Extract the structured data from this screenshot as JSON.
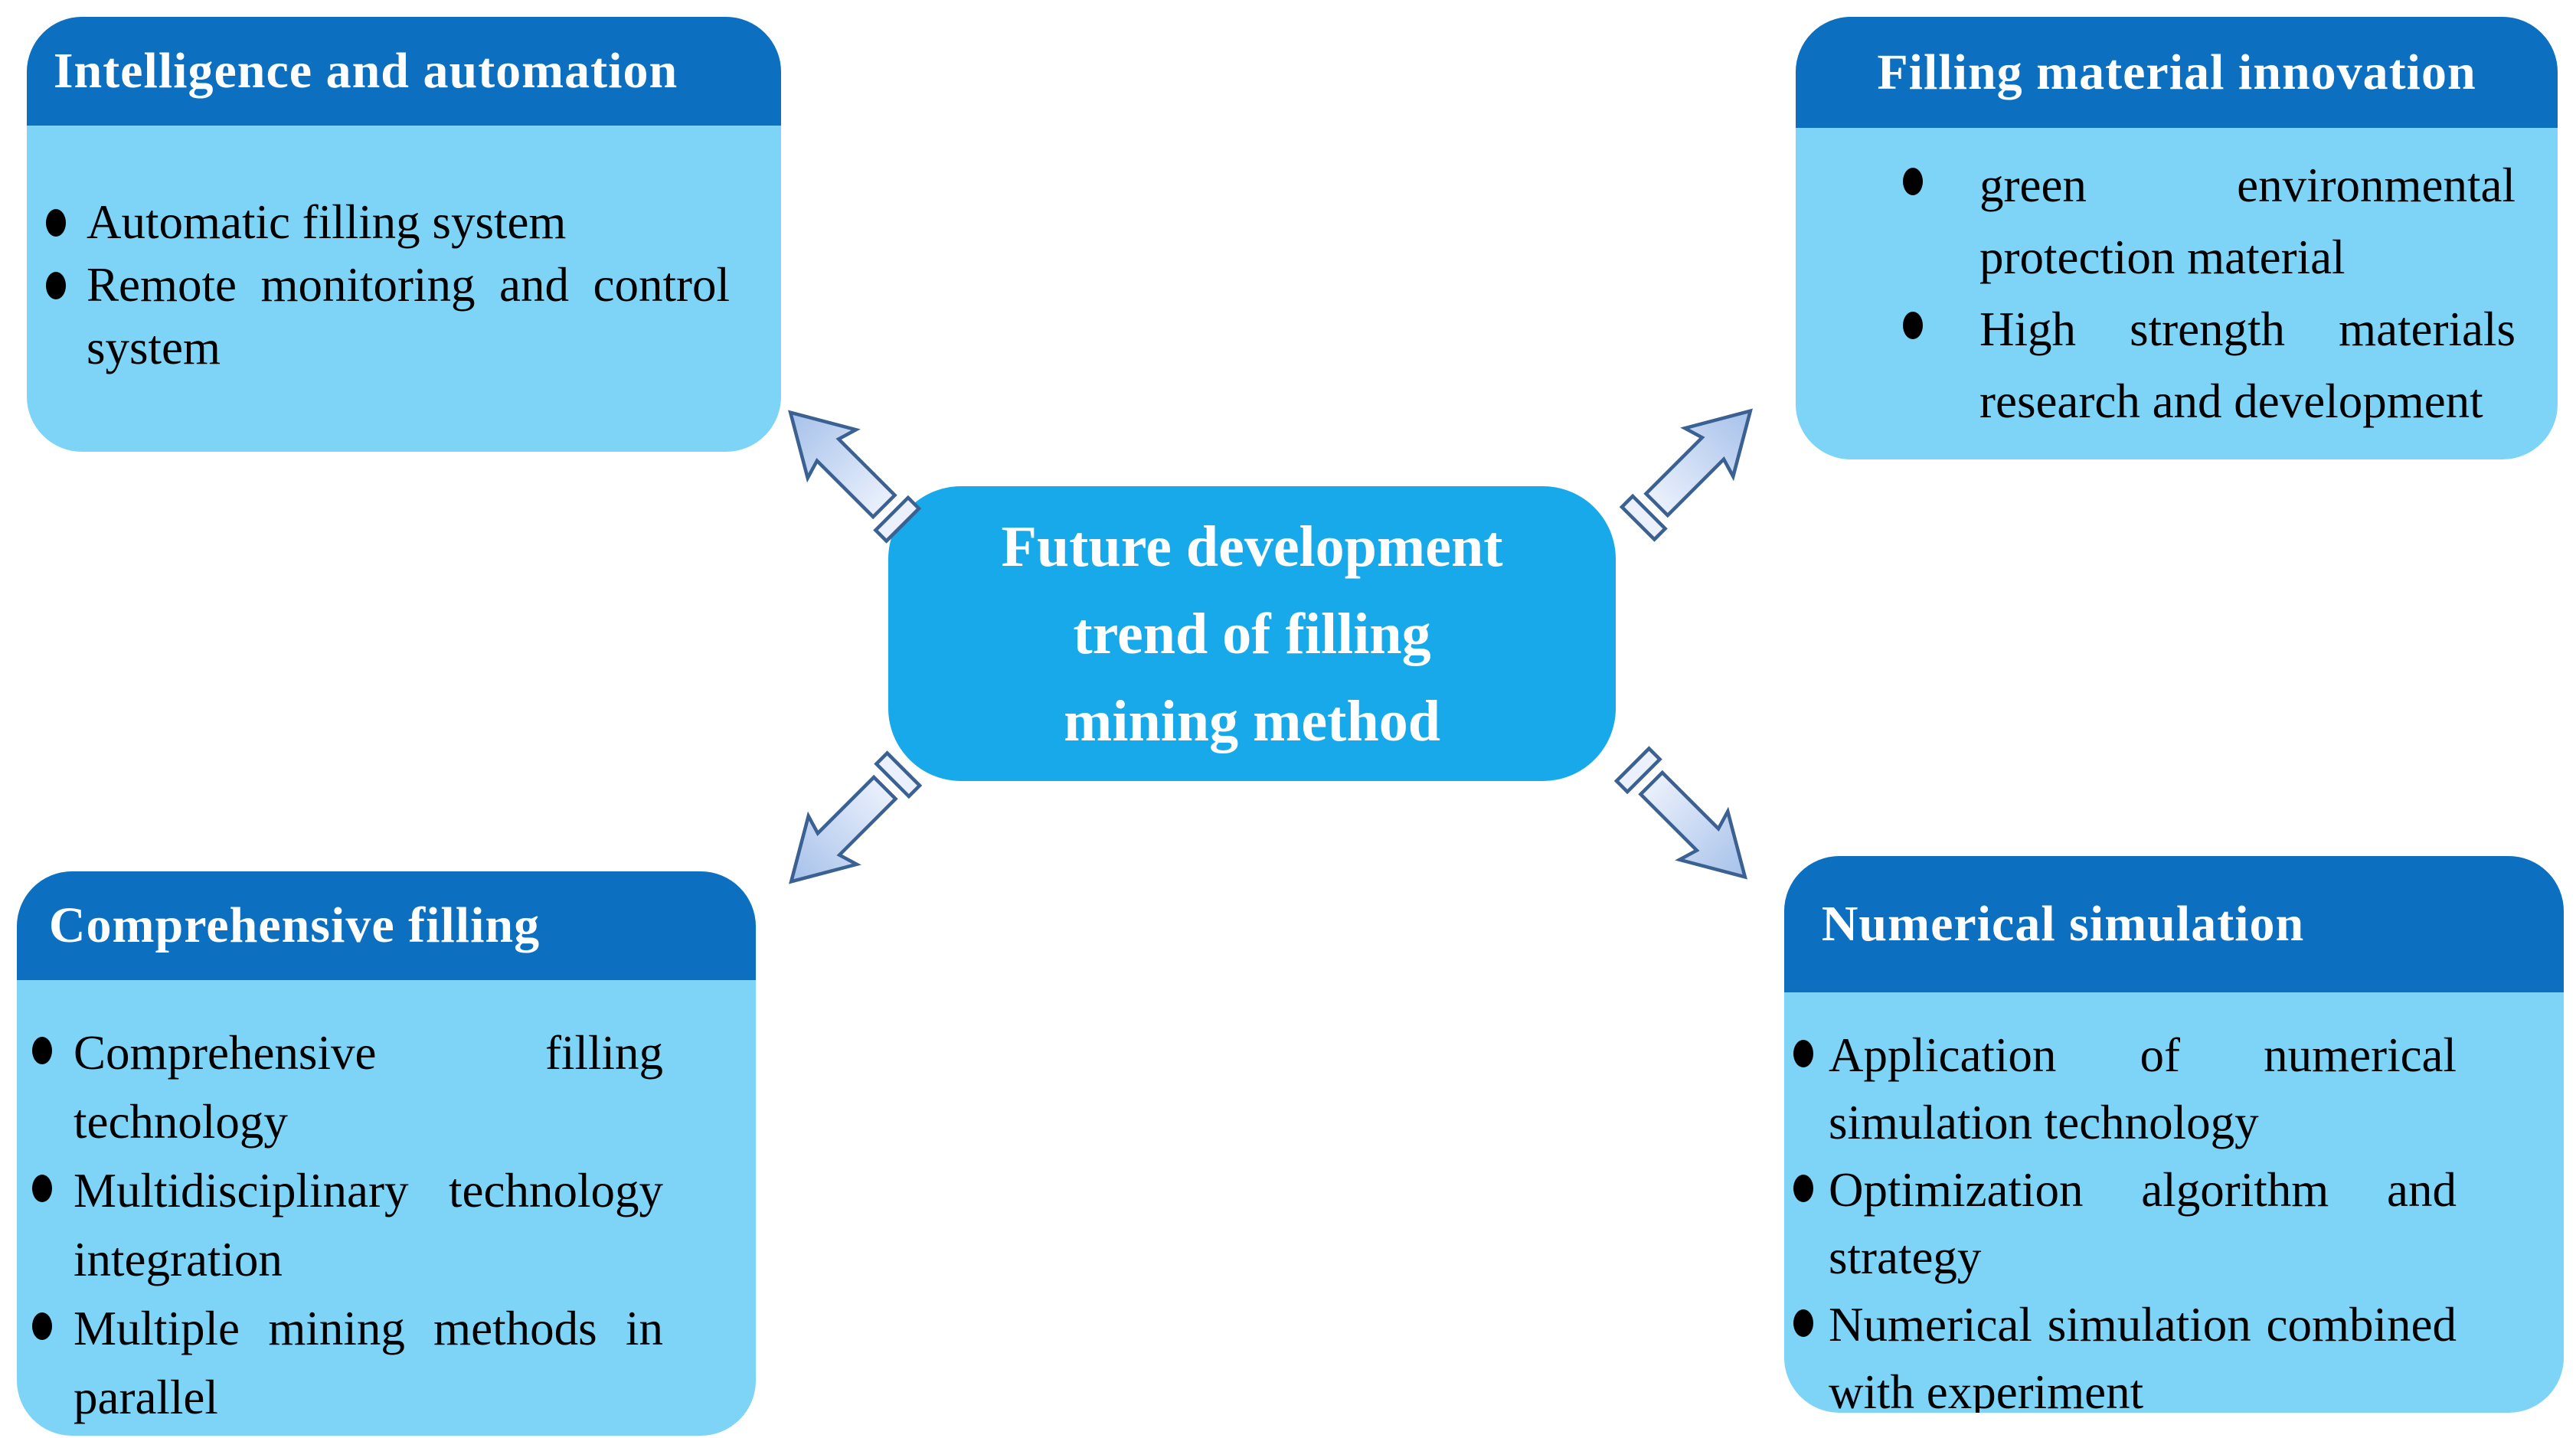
{
  "colors": {
    "header_blue": "#0d6fbf",
    "body_blue": "#7ed4f6",
    "center_blue": "#17a9ea",
    "arrow_fill_light": "#eaf0fc",
    "arrow_fill_dark": "#a6c1ea",
    "arrow_stroke": "#3a6191",
    "bullet_black": "#000000",
    "title_white": "#ffffff"
  },
  "center_box": {
    "title": "Future development trend of filling mining method",
    "lines": [
      "Future development",
      "trend of filling",
      "mining method"
    ]
  },
  "boxes": {
    "intelligence": {
      "title": "Intelligence and automation",
      "items": [
        "Automatic filling system",
        "Remote monitoring and control system"
      ]
    },
    "filling_material": {
      "title": "Filling material innovation",
      "items": [
        "green environmental protection material",
        "High strength materials research and development"
      ]
    },
    "comprehensive": {
      "title": "Comprehensive filling",
      "items": [
        "Comprehensive filling technology",
        "Multidisciplinary technology integration",
        "Multiple mining methods in parallel"
      ]
    },
    "numerical": {
      "title": "Numerical simulation",
      "items": [
        "Application of numerical simulation technology",
        "Optimization algorithm and strategy",
        "Numerical simulation combined with experiment"
      ]
    }
  },
  "arrows": [
    {
      "direction": "up-left"
    },
    {
      "direction": "up-right"
    },
    {
      "direction": "down-left"
    },
    {
      "direction": "down-right"
    }
  ]
}
